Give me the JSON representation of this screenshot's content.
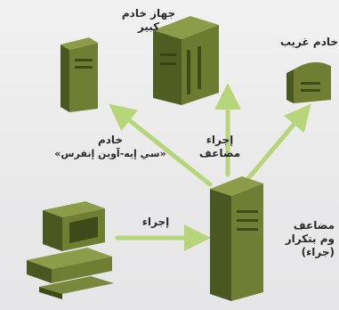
{
  "diagram": {
    "colors": {
      "device_light": "#7c8a3e",
      "device_mid": "#5f6d2a",
      "device_dark": "#3e4a18",
      "arrow": "#b7d67a"
    },
    "labels": {
      "server_big_line1": "جهاز خادم",
      "server_big_line2": "كبير",
      "server_remote": "خادم غريب",
      "server_left_line1": "خادم",
      "server_left_line2": "«سي إيه-آوين إنفرس»",
      "action_dup_line1": "إجراء",
      "action_dup_line2": "مضاعف",
      "action": "إجراء",
      "dup_server_line1": "مضاعف",
      "dup_server_line2": "وم بتكرار",
      "dup_server_line3": "(جراء)"
    }
  }
}
